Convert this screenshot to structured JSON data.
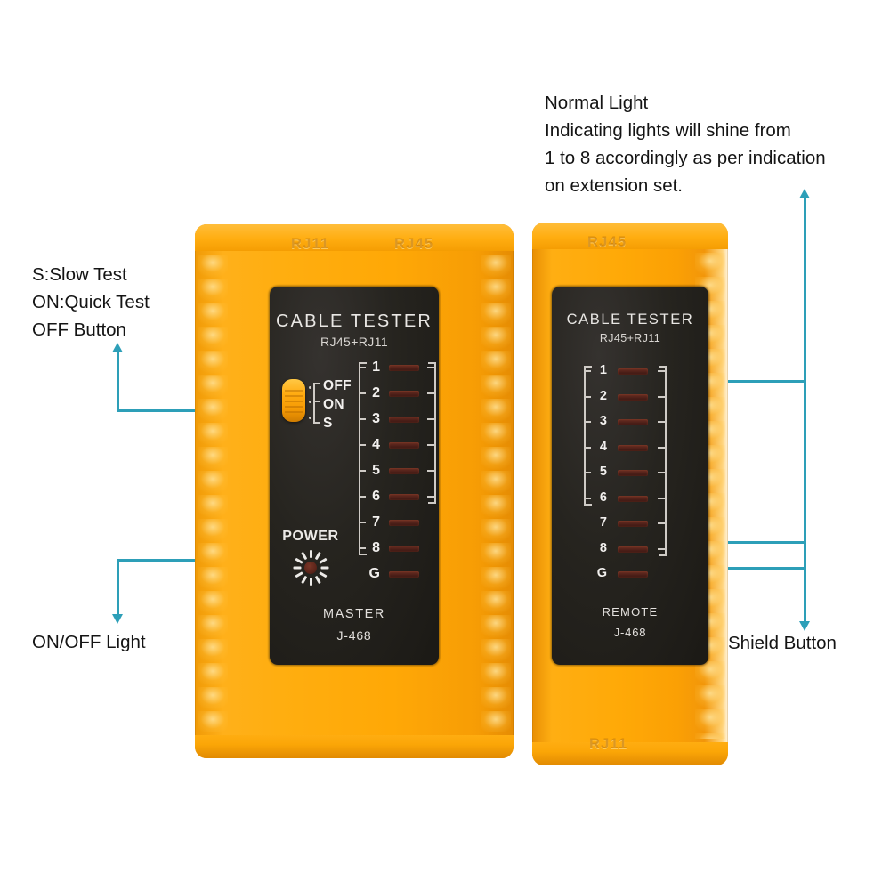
{
  "annotations": {
    "normal_light": {
      "lines": [
        "Normal Light",
        "Indicating lights will shine from",
        "1 to 8 accordingly as per indication",
        "on extension set."
      ]
    },
    "switch_note": {
      "lines": [
        "S:Slow Test",
        "ON:Quick Test",
        "OFF Button"
      ]
    },
    "onoff_light": {
      "label": "ON/OFF Light"
    },
    "shield_button": {
      "label": "Shield Button"
    }
  },
  "master": {
    "port_labels": {
      "left": "RJ11",
      "right": "RJ45"
    },
    "panel": {
      "title": "CABLE  TESTER",
      "subtitle": "RJ45+RJ11",
      "switch_positions": [
        "OFF",
        "ON",
        "S"
      ],
      "power_label": "POWER",
      "footer_name": "MASTER",
      "footer_model": "J-468",
      "led_labels": [
        "1",
        "2",
        "3",
        "4",
        "5",
        "6",
        "7",
        "8",
        "G"
      ]
    }
  },
  "remote": {
    "port_labels": {
      "top": "RJ45",
      "bottom": "RJ11"
    },
    "panel": {
      "title": "CABLE  TESTER",
      "subtitle": "RJ45+RJ11",
      "footer_name": "REMOTE",
      "footer_model": "J-468",
      "led_labels": [
        "1",
        "2",
        "3",
        "4",
        "5",
        "6",
        "7",
        "8",
        "G"
      ]
    }
  },
  "colors": {
    "body_orange": "#ffa806",
    "accent_teal": "#2d9fb8",
    "panel_black": "#26241f",
    "led_red": "#52221a",
    "text_dark": "#141414"
  }
}
